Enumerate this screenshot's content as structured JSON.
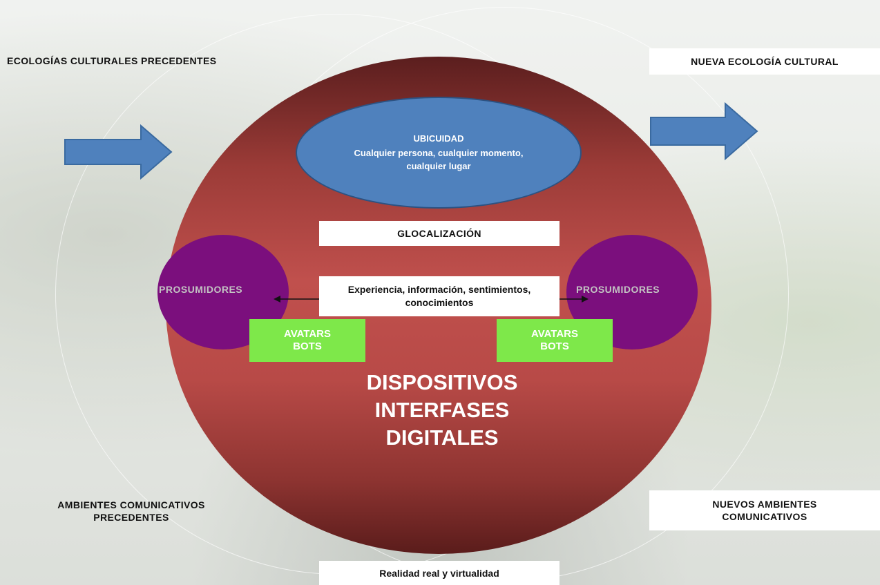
{
  "left_top_label": "ECOLOGÍAS CULTURALES PRECEDENTES",
  "right_top_label": "NUEVA ECOLOGÍA CULTURAL",
  "ubicuidad": {
    "title": "UBICUIDAD",
    "text": "Cualquier persona, cualquier momento, cualquier lugar"
  },
  "glocalizacion": "GLOCALIZACIÓN",
  "experiencia": "Experiencia, información, sentimientos, conocimientos",
  "prosumidores_left": "PROSUMIDORES",
  "prosumidores_right": "PROSUMIDORES",
  "avatars_left": {
    "line1": "AVATARS",
    "line2": "BOTS"
  },
  "avatars_right": {
    "line1": "AVATARS",
    "line2": "BOTS"
  },
  "center": {
    "line1": "DISPOSITIVOS",
    "line2": "INTERFASES",
    "line3": "DIGITALES"
  },
  "left_bottom_label": {
    "line1": "AMBIENTES COMUNICATIVOS",
    "line2": "PRECEDENTES"
  },
  "right_bottom_label": {
    "line1": "NUEVOS AMBIENTES",
    "line2": "COMUNICATIVOS"
  },
  "bottom_label": "Realidad real y virtualidad",
  "colors": {
    "sphere": "#c0504d",
    "ellipse": "#4f81bd",
    "prosumidores": "#7b0f7d",
    "avatars": "#7ee84a",
    "arrows": "#4f81bd"
  }
}
